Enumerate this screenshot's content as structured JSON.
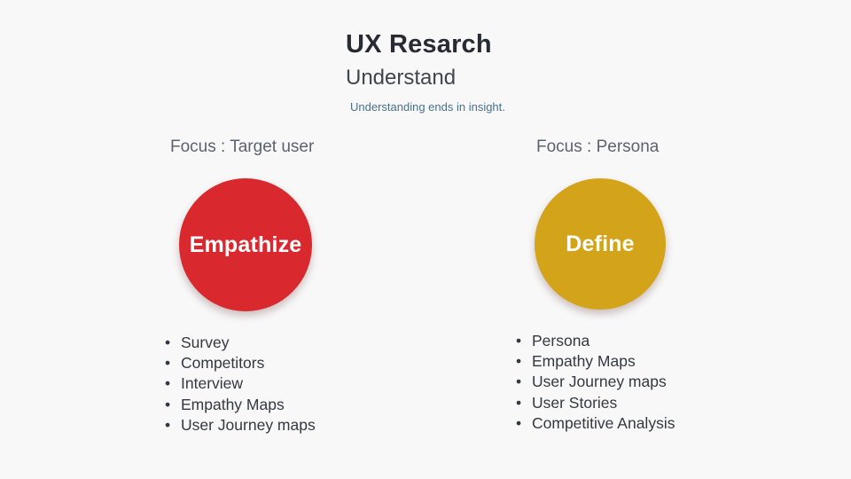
{
  "header": {
    "title": "UX Resarch",
    "subtitle": "Understand",
    "note": "Understanding ends in insight."
  },
  "columns": [
    {
      "focus_label": "Focus : Target user",
      "circle_label": "Empathize",
      "circle_color": "#d9292e",
      "items": [
        "Survey",
        "Competitors",
        "Interview",
        "Empathy Maps",
        "User Journey maps"
      ]
    },
    {
      "focus_label": "Focus : Persona",
      "circle_label": "Define",
      "circle_color": "#d3a419",
      "items": [
        "Persona",
        "Empathy Maps",
        "User Journey maps",
        "User Stories",
        "Competitive Analysis"
      ]
    }
  ],
  "bullet_glyph": "•",
  "colors": {
    "background": "#f8f8f8",
    "title_text": "#272b33",
    "note_text": "#47728e",
    "focus_label_text": "#5c6270",
    "list_text": "#343841",
    "circle_text": "#ffffff",
    "empathize_red": "#d9292e",
    "define_gold": "#d3a419"
  }
}
